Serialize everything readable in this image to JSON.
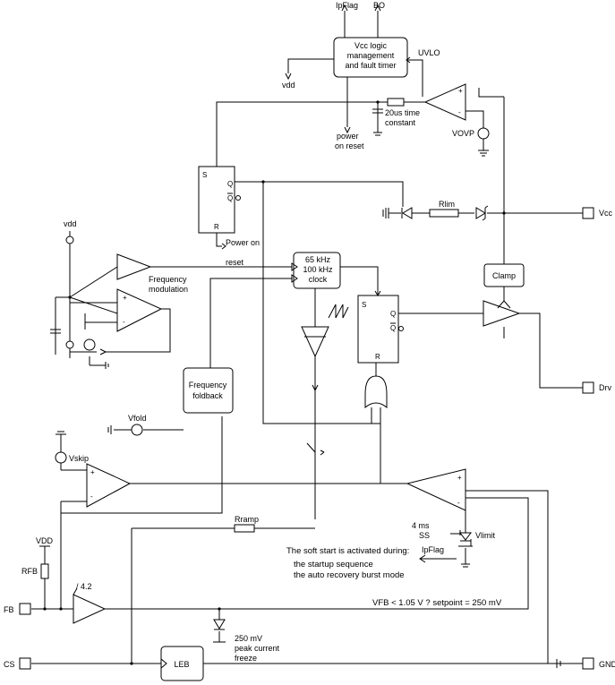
{
  "pins": {
    "ipflag_top": "IpFlag",
    "bo": "BO",
    "vcc": "Vcc",
    "drv": "Drv",
    "fb": "FB",
    "cs": "CS",
    "gnd": "GND"
  },
  "blocks": {
    "vcc_logic_line1": "Vcc logic",
    "vcc_logic_line2": "management",
    "vcc_logic_line3": "and fault timer",
    "osc_line1": "65 kHz",
    "osc_line2": "100 kHz",
    "osc_line3": "clock",
    "clamp": "Clamp",
    "freq_foldback_line1": "Frequency",
    "freq_foldback_line2": "foldback",
    "leb": "LEB",
    "divider": "/ 4.2"
  },
  "labels": {
    "uvlo": "UVLO",
    "vdd_logic": "vdd",
    "power_on_reset_1": "power",
    "power_on_reset_2": "on reset",
    "time_const_1": "20us time",
    "time_const_2": "constant",
    "vovp": "VOVP",
    "rlim": "Rlim",
    "ff_s": "S",
    "ff_q": "Q",
    "ff_qbar": "Q",
    "ff_r": "R",
    "power_on_1": "Power on",
    "power_on_2": "reset",
    "vdd_top": "vdd",
    "freq_mod_1": "Frequency",
    "freq_mod_2": "modulation",
    "plus": "+",
    "minus": "-",
    "vfold": "Vfold",
    "vskip": "Vskip",
    "rramp": "Rramp",
    "vdd_caps": "VDD",
    "rfb": "RFB",
    "ss_1": "4 ms",
    "ss_2": "SS",
    "vlimit": "Vlimit",
    "ipflag_bottom": "IpFlag",
    "soft_start_title": "The soft start is activated during:",
    "soft_start_item1": "the startup sequence",
    "soft_start_item2": "the auto recovery burst mode",
    "vfb_condition": "VFB < 1.05 V ?  setpoint = 250 mV",
    "freeze_1": "250 mV",
    "freeze_2": "peak current",
    "freeze_3": "freeze"
  }
}
